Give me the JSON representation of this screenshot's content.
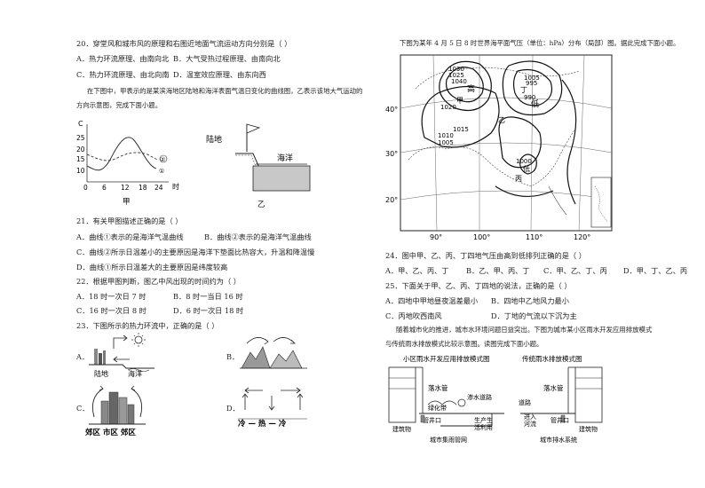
{
  "q20": {
    "stem": "20．穿堂风和城市风的原理和右图近地面气流运动方向分别是（    ）",
    "optA": "A．热力环流原理、由南向北",
    "optB": "B．大气受热过程原理、由南向北",
    "optC": "C．热力环流原理、由北向南",
    "optD": "D．温室效应原理、由东向西"
  },
  "intro": {
    "line1": "在下图中，甲表示的是某滨海地区陆地和海洋表面气温日变化的曲线图，乙表示该地大气运动的",
    "line2": "方向示意图，完成下面小题。"
  },
  "fig_jia": {
    "y_unit": "C",
    "y_ticks": [
      "25",
      "20",
      "15",
      "10"
    ],
    "x_ticks": [
      "0",
      "6",
      "12",
      "18",
      "24"
    ],
    "x_unit": "时",
    "curve1": "①",
    "curve2": "②",
    "caption": "甲"
  },
  "fig_yi": {
    "land": "陆地",
    "sea": "海洋",
    "caption": "乙"
  },
  "q21": {
    "stem": "21．有关甲图描述正确的是（    ）",
    "optA": "A．曲线①表示的是海洋气温曲线",
    "optB": "B．曲线②表示的是海洋气温曲线",
    "optC": "C．曲线②所示日温差小的主要原因是海洋下垫面比热容大，升温和降温慢",
    "optD": "D．曲线①所示日温差大的主要原因是纬度较高"
  },
  "q22": {
    "stem": "22．根据甲图判断，图乙中风出现的时间约为（    ）",
    "optA": "A．18 时一次日 7 时",
    "optB": "B．8 时一当日 16 时",
    "optC": "C．16 时一次日 8 时",
    "optD": "D．6 时一次日 18 时"
  },
  "q23": {
    "stem": "23．下图所示的热力环流中，正确的是（    ）",
    "A_label": "A．",
    "A_land": "陆地",
    "A_sea": "海洋",
    "B_label": "B．",
    "C_label": "C．",
    "C_ground": "郊区 市区 郊区",
    "D_label": "D．",
    "D_ground": "冷 — 热 — 冷"
  },
  "map_intro": "下图为某年 4 月 5 日 8 时世界海平面气压（单位：hPa）分布（局部）图。据此完成下面小题。",
  "pressure_map": {
    "isobars": [
      "1030",
      "1025",
      "1040",
      "1020",
      "1015",
      "1010",
      "1005",
      "1000",
      "995",
      "990",
      "1005"
    ],
    "centers": [
      "高",
      "低",
      "低"
    ],
    "points": [
      "甲",
      "乙",
      "丙",
      "丁"
    ],
    "lon": [
      "90°",
      "100°",
      "110°",
      "120°"
    ],
    "lat": [
      "40°",
      "30°",
      "20°"
    ]
  },
  "q24": {
    "stem": "24．图中甲、乙、丙、丁四地气压由高到低排列正确的是（    ）",
    "optA": "A．甲、乙、丙、丁",
    "optB": "B．乙、甲、丙、丁",
    "optC": "C．甲、乙、丁、丙",
    "optD": "D．甲、丁、乙、丙"
  },
  "q25": {
    "stem": "25．下面关于甲、乙、丙、丁四地的说法，正确的是（    ）",
    "optA": "A．四地中甲地昼夜温差最小",
    "optB": "B．四地中乙地风力最小",
    "optC": "C．丙地吹西南风",
    "optD": "D．丁地的气流以下沉为主"
  },
  "city_intro": {
    "line1": "随着城市化的推进，城市水环境问题日益突出。下图为城市某小区雨水开发应用排放模式",
    "line2": "与传统雨水排放模式比较示意图。读图完成下面小题。"
  },
  "drain_left": {
    "title": "小区雨水开发应用排放模式图",
    "pipe": "落水管",
    "road": "渗水道路",
    "green": "绿化带",
    "building": "建筑物",
    "well": "管井口",
    "reuse1": "生产生",
    "reuse2": "活利用",
    "network": "城市集雨管网"
  },
  "drain_right": {
    "title": "传统雨水排放模式图",
    "pipe": "落水管",
    "road": "道路",
    "building": "建筑物",
    "river1": "进入",
    "river2": "河流",
    "well": "管井口",
    "system": "城市排水系统"
  }
}
